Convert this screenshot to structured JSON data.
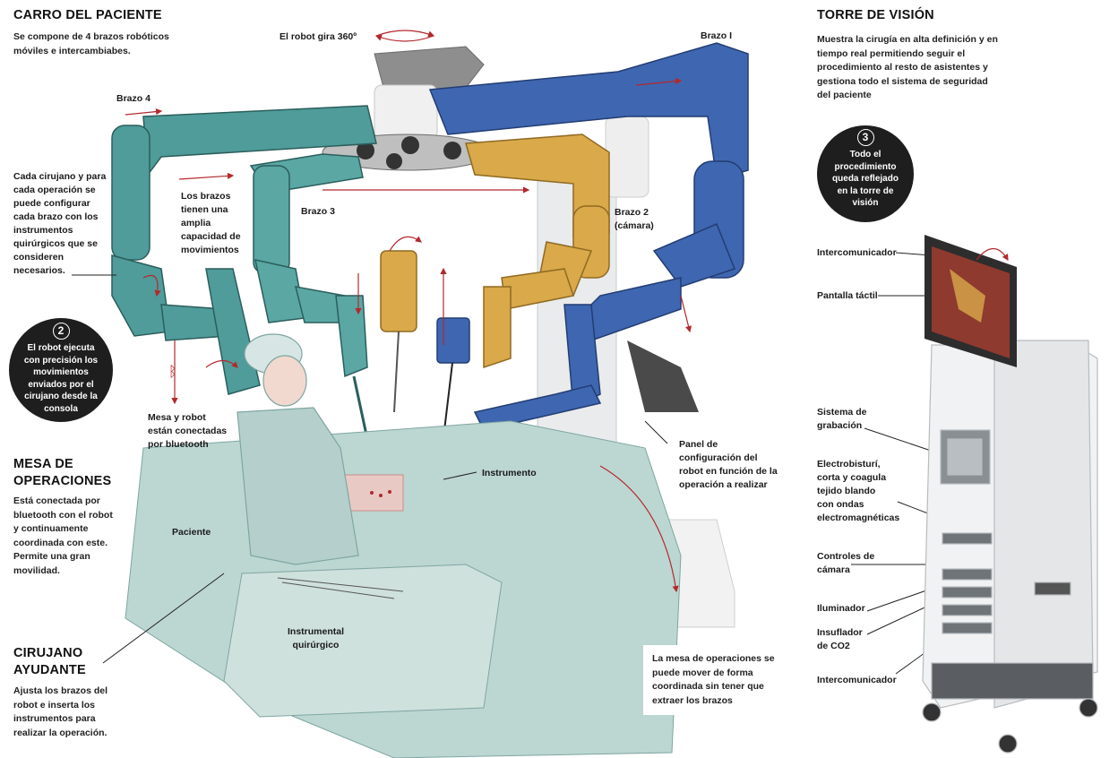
{
  "carro": {
    "title": "CARRO DEL PACIENTE",
    "desc_line1": "Se compone de 4 brazos robóticos",
    "desc_line2": "móviles e intercambiabes."
  },
  "labels": {
    "gira": "El robot gira 360º",
    "brazo1": "Brazo I",
    "brazo4": "Brazo 4",
    "brazo3": "Brazo 3",
    "brazo2_line1": "Brazo 2",
    "brazo2_line2": "(cámara)",
    "cada_cirujano": [
      "Cada cirujano y para",
      "cada operación se",
      "puede configurar",
      "cada brazo con los",
      "instrumentos",
      "quirúrgicos que se",
      "consideren",
      "necesarios."
    ],
    "los_brazos": [
      "Los brazos",
      "tienen una",
      "amplia",
      "capacidad de",
      "movimientos"
    ],
    "mesa_robot": [
      "Mesa y robot",
      "están conectadas",
      "por bluetooth"
    ],
    "instrumento": "Instrumento",
    "panel": [
      "Panel de",
      "configuración del",
      "robot en función de la",
      "operación a realizar"
    ],
    "paciente": "Paciente",
    "instrumental": [
      "Instrumental",
      "quirúrgico"
    ]
  },
  "circle2": {
    "number": "2",
    "lines": [
      "El robot ejecuta",
      "con precisión los",
      "movimientos",
      "enviados por el",
      "cirujano desde la",
      "consola"
    ]
  },
  "mesa": {
    "title_line1": "MESA DE",
    "title_line2": "OPERACIONES",
    "desc": [
      "Está conectada por",
      "bluetooth con el robot",
      "y continuamente",
      "coordinada con este.",
      "Permite una gran",
      "movilidad."
    ]
  },
  "cirujano": {
    "title_line1": "CIRUJANO",
    "title_line2": "AYUDANTE",
    "desc": [
      "Ajusta los brazos del",
      "robot e inserta los",
      "instrumentos para",
      "realizar la operación."
    ]
  },
  "mesa_note": [
    "La mesa de operaciones se",
    "puede mover de forma",
    "coordinada sin tener que",
    "extraer los brazos"
  ],
  "torre": {
    "title": "TORRE DE VISIÓN",
    "desc": [
      "Muestra la cirugía en alta definición y en",
      "tiempo real permitiendo seguir el",
      "procedimiento al resto de asistentes y",
      "gestiona todo el sistema de seguridad",
      "del paciente"
    ]
  },
  "circle3": {
    "number": "3",
    "lines": [
      "Todo el",
      "procedimiento",
      "queda reflejado",
      "en la torre de",
      "visión"
    ]
  },
  "tower_labels": {
    "intercom1": "Intercomunicador",
    "pantalla": "Pantalla táctil",
    "grabacion": [
      "Sistema de",
      "grabación"
    ],
    "electro": [
      "Electrobisturí,",
      "corta y coagula",
      "tejido blando",
      "con ondas",
      "electromagnéticas"
    ],
    "controles": [
      "Controles de",
      "cámara"
    ],
    "iluminador": "Iluminador",
    "insuflador": [
      "Insuflador",
      "de CO2"
    ],
    "intercom2": "Intercomunicador"
  },
  "colors": {
    "teal": "#4f9c9a",
    "blue": "#3f66b0",
    "gold": "#d9a94a",
    "drape": "#bcd6d2",
    "arrow": "#b3282d"
  }
}
